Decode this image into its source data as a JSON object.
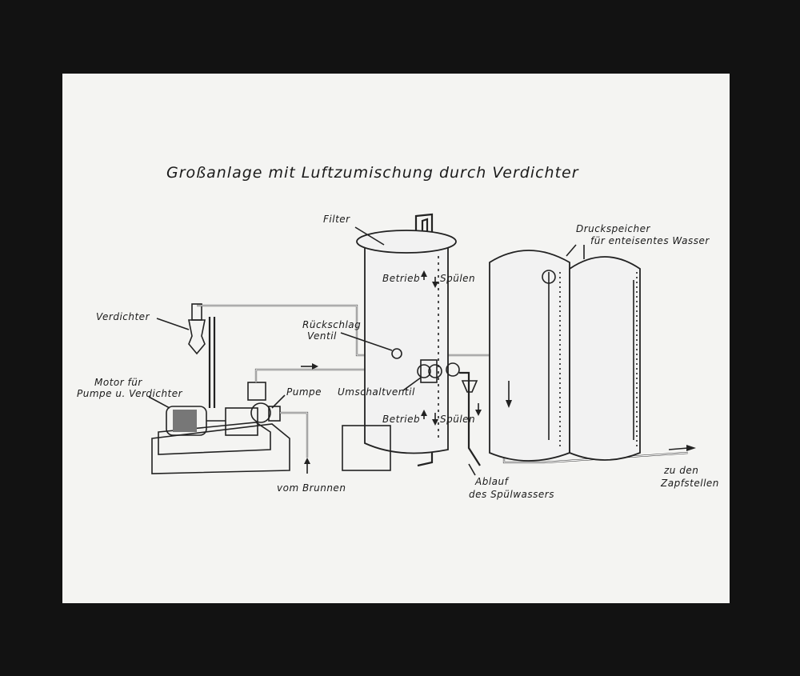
{
  "title": "Großanlage mit Luftzumischung durch Verdichter",
  "labels": {
    "filter": "Filter",
    "druckspeicher_1": "Druckspeicher",
    "druckspeicher_2": "für enteisentes Wasser",
    "verdichter": "Verdichter",
    "rueckschlag_1": "Rückschlag",
    "rueckschlag_2": "Ventil",
    "motor_1": "Motor für",
    "motor_2": "Pumpe u. Verdichter",
    "pumpe": "Pumpe",
    "umschaltventil": "Umschaltventil",
    "betrieb_top": "Betrieb",
    "spuelen_top": "Spülen",
    "betrieb_bottom": "Betrieb",
    "spuelen_bottom": "Spülen",
    "vom_brunnen": "vom Brunnen",
    "ablauf_1": "Ablauf",
    "ablauf_2": "des Spülwassers",
    "zu_den": "zu den",
    "zapfstellen": "Zapfstellen"
  }
}
